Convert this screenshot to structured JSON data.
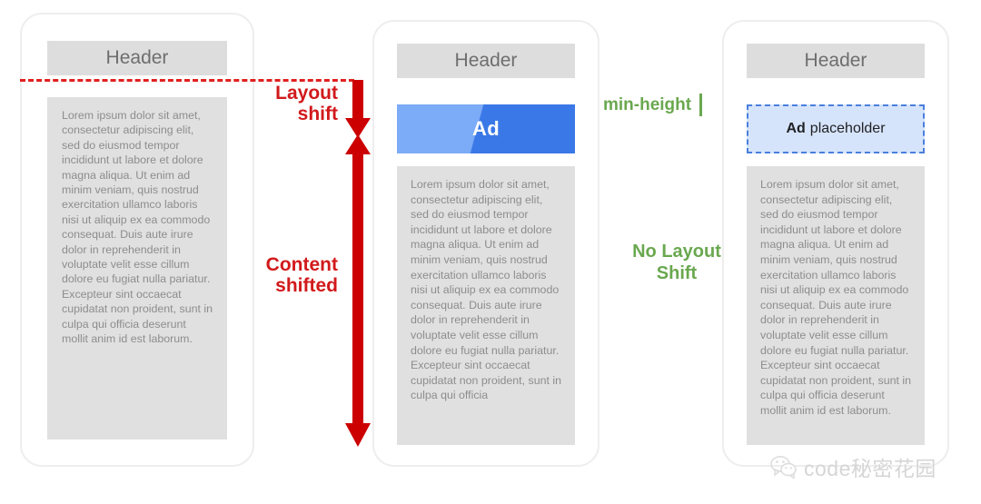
{
  "phones": {
    "left": {
      "header": "Header",
      "body": "Lorem ipsum dolor sit amet, consectetur adipiscing elit, sed do eiusmod tempor incididunt ut labore et dolore magna aliqua. Ut enim ad minim veniam, quis nostrud exercitation ullamco laboris nisi ut aliquip ex ea commodo consequat. Duis aute irure dolor in reprehenderit in voluptate velit esse cillum dolore eu fugiat nulla pariatur. Excepteur sint occaecat cupidatat non proident, sunt in culpa qui officia deserunt mollit anim id est laborum."
    },
    "middle": {
      "header": "Header",
      "ad_label": "Ad",
      "body": "Lorem ipsum dolor sit amet, consectetur adipiscing elit, sed do eiusmod tempor incididunt ut labore et dolore magna aliqua. Ut enim ad minim veniam, quis nostrud exercitation ullamco laboris nisi ut aliquip ex ea commodo consequat. Duis aute irure dolor in reprehenderit in voluptate velit esse cillum dolore eu fugiat nulla pariatur. Excepteur sint occaecat cupidatat non proident, sunt in culpa qui officia"
    },
    "right": {
      "header": "Header",
      "placeholder_strong": "Ad",
      "placeholder_rest": "placeholder",
      "body": "Lorem ipsum dolor sit amet, consectetur adipiscing elit, sed do eiusmod tempor incididunt ut labore et dolore magna aliqua. Ut enim ad minim veniam, quis nostrud exercitation ullamco laboris nisi ut aliquip ex ea commodo consequat. Duis aute irure dolor in reprehenderit in voluptate velit esse cillum dolore eu fugiat nulla pariatur. Excepteur sint occaecat cupidatat non proident, sunt in culpa qui officia deserunt mollit anim id est laborum."
    }
  },
  "annotations": {
    "layout_shift": "Layout shift",
    "content_shifted": "Content shifted",
    "min_height": "min-height",
    "no_layout_shift": "No Layout Shift"
  },
  "watermark": {
    "text": "code秘密花园",
    "icon": "wechat-bubble-icon"
  },
  "colors": {
    "annotation_red": "#d2191b",
    "dashed_line_red": "#e02020",
    "annotation_green": "#6aa84f",
    "ad_blue_light": "#7cabf7",
    "ad_blue_dark": "#3b78e7",
    "placeholder_fill": "#d6e4fb",
    "placeholder_border": "#4a7fdd",
    "header_gray": "#dddddd",
    "content_gray": "#e0e0e0",
    "body_text_gray": "#8d8d8d"
  }
}
